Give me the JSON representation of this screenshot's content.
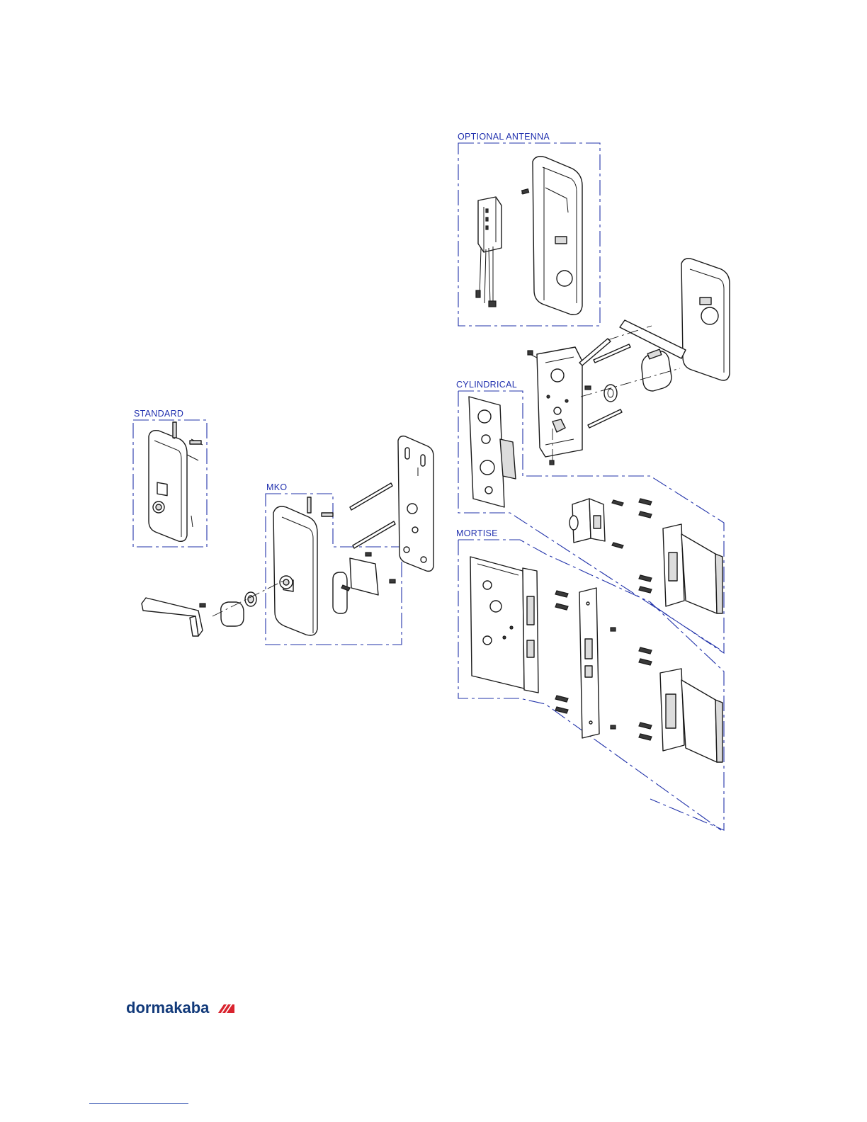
{
  "diagram": {
    "labels": {
      "optional_antenna": "OPTIONAL ANTENNA",
      "cylindrical": "CYLINDRICAL",
      "standard": "STANDARD",
      "mko": "MKO",
      "mortise": "MORTISE"
    }
  },
  "footer": {
    "logo_text": "dormakaba",
    "logo_icon": "dormakaba-chevron-icon",
    "brand_color": "#123a7a",
    "accent_color": "#d9232e"
  },
  "colors": {
    "label_blue": "#1f2fae",
    "frame_blue": "#2233aa",
    "ink": "#1a1a1a"
  }
}
